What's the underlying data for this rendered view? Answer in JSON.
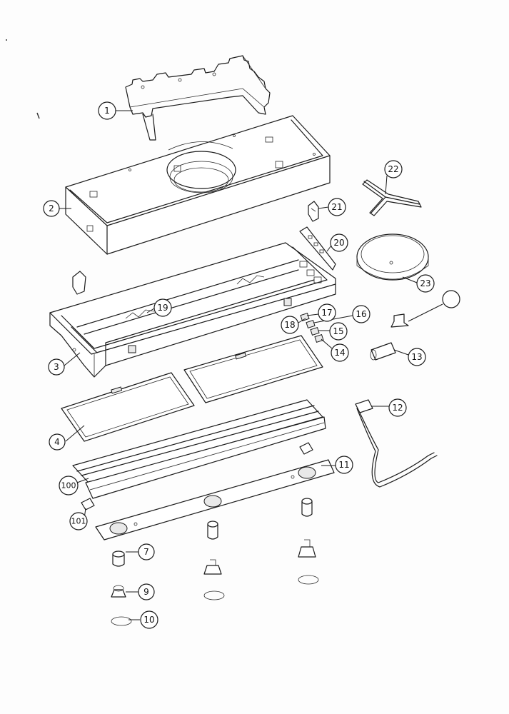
{
  "colors": {
    "ink": "#1a1a1a",
    "paper": "#fdfdfd"
  },
  "callouts": [
    {
      "id": "1",
      "label": "1"
    },
    {
      "id": "2",
      "label": "2"
    },
    {
      "id": "3",
      "label": "3"
    },
    {
      "id": "4",
      "label": "4"
    },
    {
      "id": "7",
      "label": "7"
    },
    {
      "id": "9",
      "label": "9"
    },
    {
      "id": "10",
      "label": "10"
    },
    {
      "id": "11",
      "label": "11"
    },
    {
      "id": "12",
      "label": "12"
    },
    {
      "id": "13",
      "label": "13"
    },
    {
      "id": "14",
      "label": "14"
    },
    {
      "id": "15",
      "label": "15"
    },
    {
      "id": "16",
      "label": "16"
    },
    {
      "id": "17",
      "label": "17"
    },
    {
      "id": "18",
      "label": "18"
    },
    {
      "id": "19",
      "label": "19"
    },
    {
      "id": "20",
      "label": "20"
    },
    {
      "id": "21",
      "label": "21"
    },
    {
      "id": "22",
      "label": "22"
    },
    {
      "id": "23",
      "label": "23"
    },
    {
      "id": "100",
      "label": "100"
    },
    {
      "id": "101",
      "label": "101"
    },
    {
      "id": "blank",
      "label": ""
    }
  ]
}
